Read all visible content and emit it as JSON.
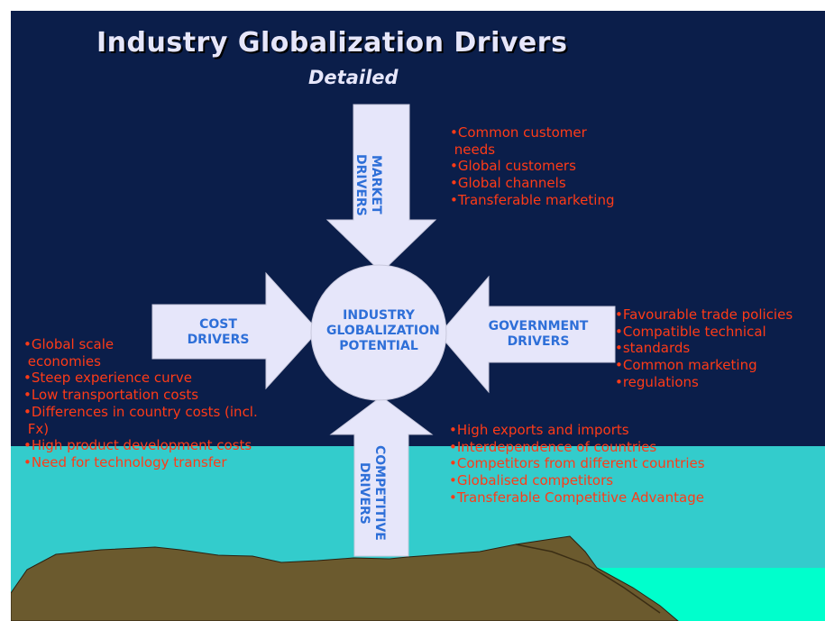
{
  "title": "Industry Globalization Drivers",
  "subtitle": "Detailed",
  "colors": {
    "background": "#0b1e4a",
    "shape_fill": "#e6e6fa",
    "label_text": "#2e6fd8",
    "bullet_text": "#ff3b17",
    "sea": "#33cccc",
    "land": "#6b5a2e"
  },
  "center": {
    "label": "INDUSTRY GLOBALIZATION POTENTIAL"
  },
  "market": {
    "label_line1": "MARKET",
    "label_line2": "DRIVERS",
    "items": [
      "•Common customer",
      " needs",
      "•Global customers",
      "•Global channels",
      "•Transferable marketing"
    ]
  },
  "cost": {
    "label_line1": "COST",
    "label_line2": "DRIVERS",
    "items": [
      "•Global scale",
      " economies",
      "•Steep experience curve",
      "•Low transportation costs",
      "•Differences in country costs (incl.",
      " Fx)",
      "•High product development costs",
      "•Need for technology transfer"
    ]
  },
  "government": {
    "label_line1": "GOVERNMENT",
    "label_line2": "DRIVERS",
    "items": [
      "•Favourable trade policies",
      "•Compatible technical",
      "•standards",
      "•Common marketing",
      "•regulations"
    ]
  },
  "competitive": {
    "label_line1": "COMPETITIVE",
    "label_line2": "DRIVERS",
    "items": [
      "•High exports and imports",
      "•Interdependence of countries",
      "•Competitors from different countries",
      "•Globalised competitors",
      "•Transferable Competitive Advantage"
    ]
  }
}
